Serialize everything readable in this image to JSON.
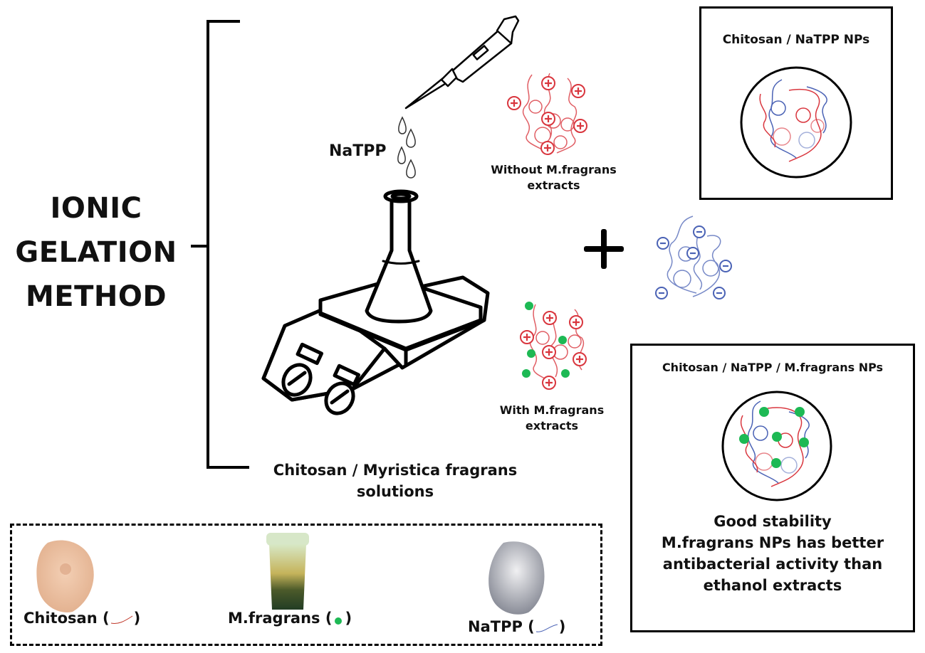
{
  "title": {
    "lines": [
      "IONIC",
      "GELATION",
      "METHOD"
    ]
  },
  "process": {
    "reagent_label": "NaTPP",
    "solution_label_line1": "Chitosan / Myristica fragrans",
    "solution_label_line2": "solutions",
    "pipette_icon": "pipette-icon",
    "droplets_icon": "droplets-icon",
    "stirrer_icon": "hotplate-stirrer-with-flask-icon"
  },
  "particles": {
    "without": {
      "label_line1": "Without M.fragrans",
      "label_line2": "extracts",
      "charge": "+",
      "color": "#d9363e"
    },
    "with": {
      "label_line1": "With M.fragrans",
      "label_line2": "extracts",
      "charge": "+",
      "color": "#d9363e",
      "extract_dot_color": "#1db954"
    },
    "plus_operator": "+",
    "natpp_ion": {
      "charge": "−",
      "color": "#4a62b5"
    }
  },
  "results": {
    "box1": {
      "title": "Chitosan / NaTPP NPs"
    },
    "box2": {
      "title": "Chitosan / NaTPP / M.fragrans NPs",
      "desc_lines": [
        "Good stability",
        "M.fragrans NPs has better",
        "antibacterial activity than",
        "ethanol extracts"
      ]
    }
  },
  "legend": {
    "items": [
      {
        "label": "Chitosan (",
        "close": ")",
        "symbol": "red-strand",
        "color": "#c0392b"
      },
      {
        "label": "M.fragrans (",
        "close": ")",
        "symbol": "green-dot",
        "color": "#1db954"
      },
      {
        "label": "NaTPP (",
        "close": ")",
        "symbol": "blue-strand",
        "color": "#4a62b5"
      }
    ]
  }
}
